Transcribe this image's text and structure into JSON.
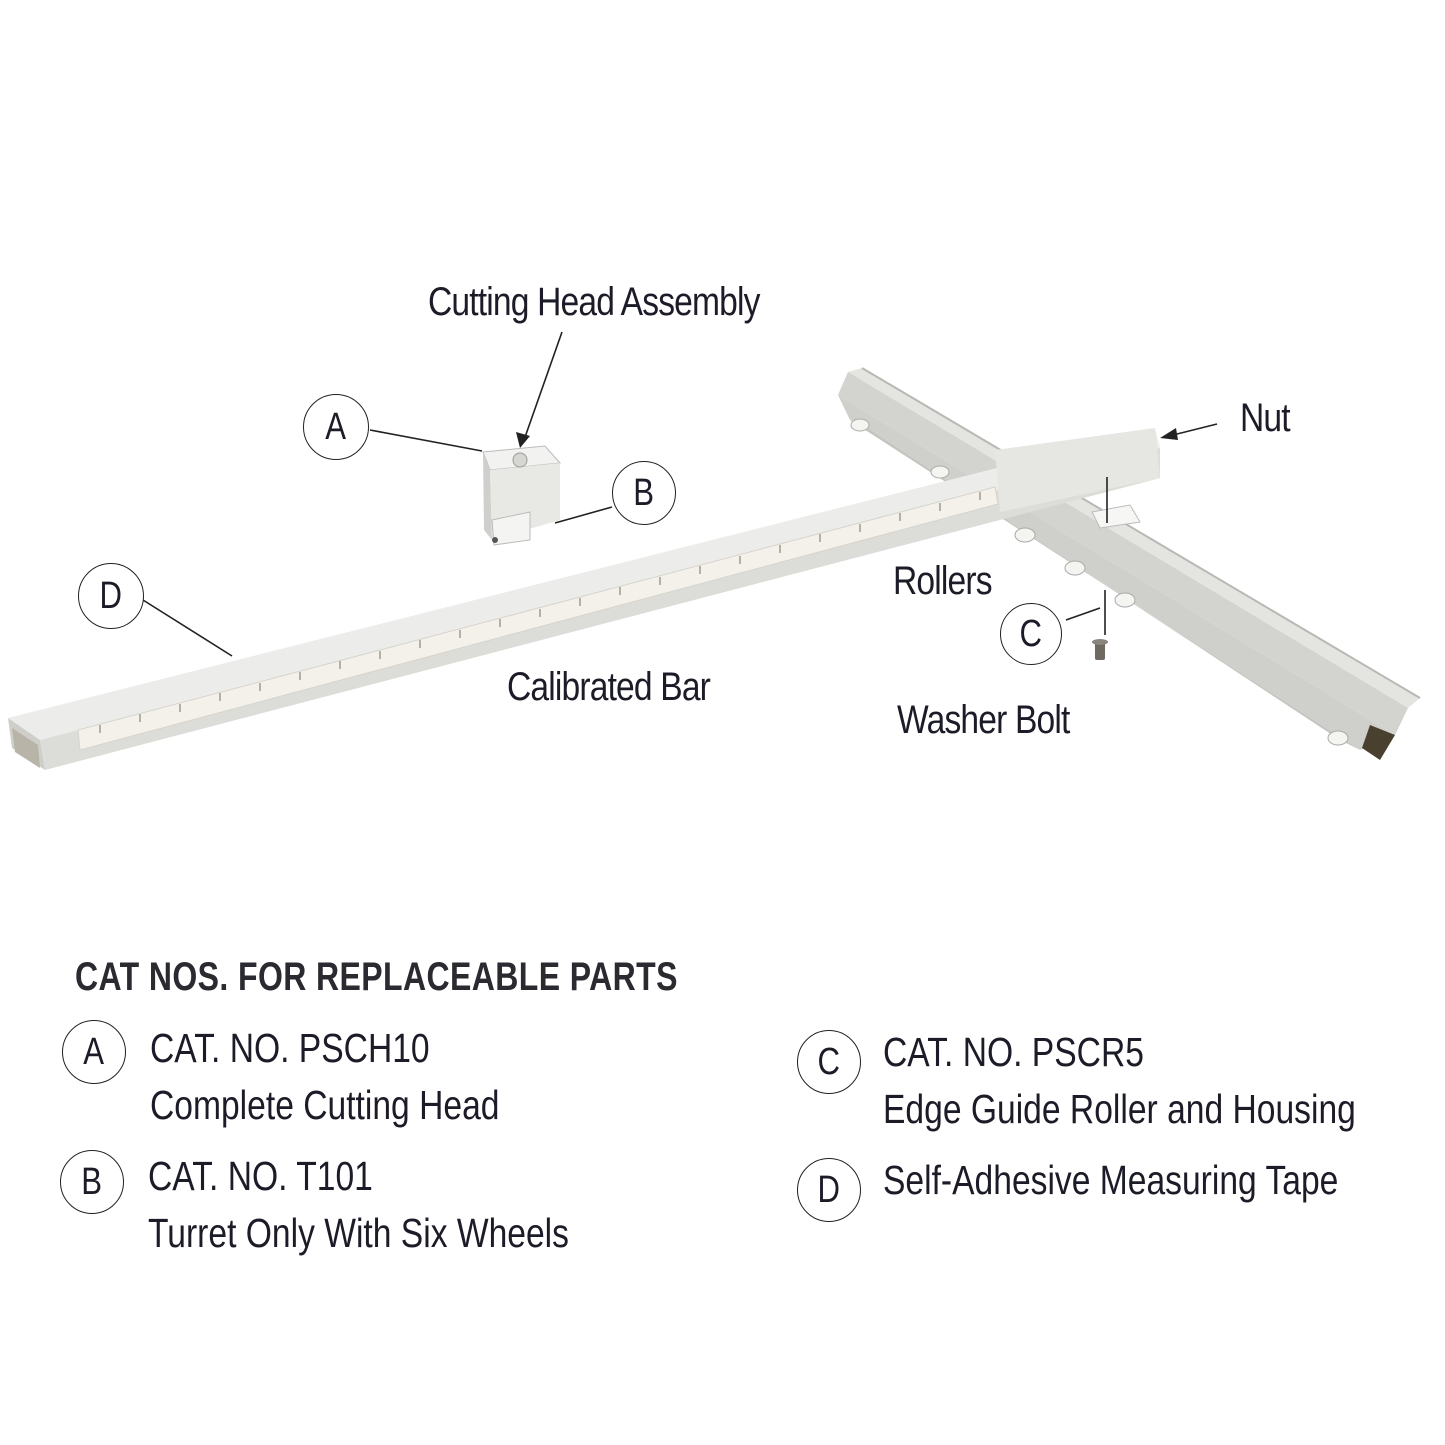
{
  "diagram": {
    "labels": {
      "cutting_head_assembly": "Cutting Head Assembly",
      "nut": "Nut",
      "rollers": "Rollers",
      "calibrated_bar": "Calibrated Bar",
      "washer_bolt": "Washer Bolt"
    },
    "callouts": {
      "a": "A",
      "b": "B",
      "c": "C",
      "d": "D"
    },
    "colors": {
      "aluminum_light": "#eeeeee",
      "aluminum_mid": "#d9d9d6",
      "aluminum_dark": "#c2c2bf",
      "text": "#1c1c28",
      "leader_line": "#222222"
    }
  },
  "parts_list": {
    "heading": "CAT NOS. FOR REPLACEABLE PARTS",
    "items": [
      {
        "letter": "A",
        "cat_no": "CAT. NO. PSCH10",
        "description": "Complete Cutting Head"
      },
      {
        "letter": "B",
        "cat_no": "CAT. NO. T101",
        "description": "Turret Only With Six Wheels"
      },
      {
        "letter": "C",
        "cat_no": "CAT. NO. PSCR5",
        "description": "Edge Guide Roller and Housing"
      },
      {
        "letter": "D",
        "cat_no": "",
        "description": "Self-Adhesive Measuring Tape"
      }
    ]
  }
}
